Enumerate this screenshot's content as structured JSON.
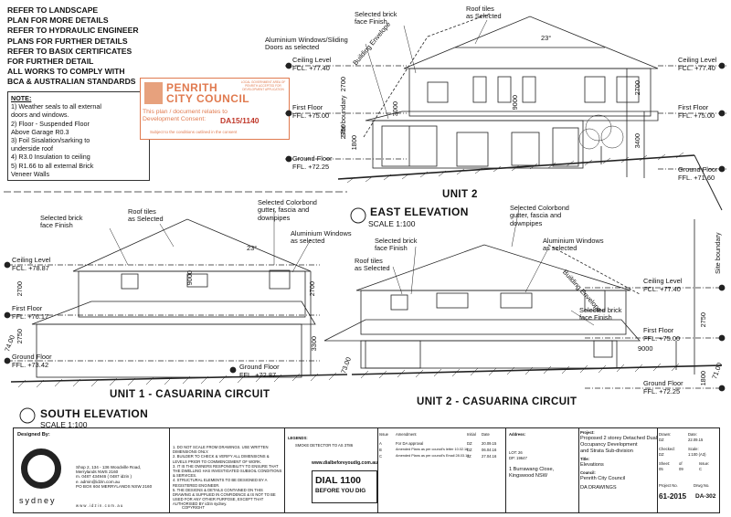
{
  "top_notes": [
    "REFER TO LANDSCAPE",
    "PLAN FOR MORE DETAILS",
    "REFER TO HYDRAULIC ENGINEER",
    "PLANS FOR FURTHER DETAILS",
    "REFER TO BASIX CERTIFICATES",
    "FOR FURTHER DETAIL",
    "ALL WORKS TO COMPLY WITH",
    "BCA & AUSTRALIAN STANDARDS"
  ],
  "note_box": {
    "heading": "NOTE:",
    "lines": [
      "1) Weather seals to all external",
      "doors and windows.",
      "2) Floor - Suspended Floor",
      "Above Garage R0.3",
      "3) Foil Sisalation/sarking to",
      "underside roof",
      "4) R3.0 Insulation to ceiling",
      "5) R1.66 to all external Brick",
      "Veneer Walls"
    ]
  },
  "stamp": {
    "line1": "PENRITH",
    "line2": "CITY COUNCIL",
    "text": "This plan / document relates to Development Consent:",
    "consent": "DA15/1140",
    "footer": "Subject to the conditions outlined in the consent",
    "mini": "LOCAL GOVERNMENT AREA OF PENRITH ACCEPTED FOR DEVELOPMENT APPLICATION"
  },
  "east": {
    "title": "EAST ELEVATION",
    "scale": "SCALE 1:100",
    "unit": "UNIT 2",
    "labels": {
      "brick": "Selected brick\nface Finish",
      "roof": "Roof tiles\nas Selected",
      "windows": "Aluminium Windows/Sliding\nDoors as selected",
      "envelope": "Building Envelope",
      "boundary": "Site boundary"
    },
    "levels_left": [
      {
        "name": "Ceiling Level",
        "fcl": "FCL. +77.40"
      },
      {
        "name": "First Floor",
        "fcl": "FFL. +75.00"
      },
      {
        "name": "Ground Floor",
        "fcl": "FFL. +72.25"
      }
    ],
    "levels_right": [
      {
        "name": "Ceiling Level",
        "fcl": "FCL. +77.40"
      },
      {
        "name": "First Floor",
        "fcl": "FFL. +75.00"
      },
      {
        "name": "Ground Floor",
        "fcl": "FFL. +71.60"
      }
    ],
    "dims": [
      "2700",
      "2750",
      "1800",
      "3000",
      "3400",
      "2700",
      "9000"
    ],
    "angle": "23°"
  },
  "south": {
    "title": "SOUTH ELEVATION",
    "scale": "SCALE 1:100",
    "unit1": "UNIT 1 - CASUARINA CIRCUIT",
    "unit2": "UNIT 2 - CASUARINA CIRCUIT",
    "labels": {
      "brick_left": "Selected brick\nface Finish",
      "roof_left": "Roof tiles\nas Selected",
      "gutter_left": "Selected Colorbond\ngutter, fascia and\ndownpipes",
      "windows_left": "Aluminium Windows\nas selected",
      "gutter_right": "Selected Colorbond\ngutter, fascia and\ndownpipes",
      "windows_right": "Aluminium Windows\nas selected",
      "brick_right": "Selected brick\nface Finish",
      "roof_right": "Roof tiles\nas Selected",
      "brick_right2": "Selected brick\nface Finish",
      "envelope": "Building Envelope",
      "boundary": "Site boundary"
    },
    "levels_left": [
      {
        "name": "Ceiling Level",
        "fcl": "FCL. +78.87"
      },
      {
        "name": "First Floor",
        "fcl": "FFL. +76.17"
      },
      {
        "name": "Ground Floor",
        "fcl": "FFL. +73.42"
      }
    ],
    "mid_ground": {
      "name": "Ground Floor",
      "fcl": "FFL. +72.87"
    },
    "levels_right": [
      {
        "name": "Ceiling Level",
        "fcl": "FCL. +77.40"
      },
      {
        "name": "First Floor",
        "fcl": "FFL. +75.00"
      },
      {
        "name": "Ground Floor",
        "fcl": "FFL. +72.25"
      }
    ],
    "rl_left": "74.00",
    "rl_right": "73.00",
    "rl_far": "71.00",
    "dims": [
      "2700",
      "2750",
      "9000",
      "3300",
      "2700",
      "2750",
      "9000",
      "1800"
    ],
    "angle": "23°"
  },
  "title_block": {
    "designed_by": "Designed By:",
    "brand": "sydney",
    "address": [
      "Shop 2, 134 - 136 Woodville Road,",
      "Merrylands NWS 2160",
      "m. 0487 434946 ( 0487 idzin )",
      "e. admin@idzin.com.au",
      "PO BOX 604 MERRYLANDS NSW 2160"
    ],
    "web": "w w w . i d z i n . c o m . a u",
    "notes": [
      "1. DO NOT SCALE FROM DRAWINGS. USE WRITTEN DIMENSIONS ONLY.",
      "2. BUILDER TO CHECK & VERIFY ALL DIMENSIONS & LEVELS PRIOR TO COMMENCEMENT OF WORK.",
      "3. IT IS THE OWNERS RESPONSIBILITY TO ENSURE THAT THE DWELLING HAS INVESTIGATED SUBSOIL CONDITIONS & SERVICES.",
      "4. STRUCTURAL ELEMENTS TO BE DESIGNED BY A REGISTERED ENGINEER.",
      "5. THE DESIGNS & DETAILS CONTAINED ON THIS DRAWING & SUPPLIED IN CONFIDENCE & IS NOT TO BE USED FOR ANY OTHER PURPOSE, EXCEPT THAT AUTHORISED BY idzin sydney."
    ],
    "copyright": "COPYRIGHT",
    "legends_title": "LEGENDS:",
    "legends_item": "SMOKE DETECTOR TO AS 3786",
    "dial_site": "www.dialbeforeyoudig.com.au",
    "dial_main": "DIAL 1100",
    "dial_sub": "BEFORE YOU DIG",
    "rev_headers": [
      "Issue",
      "Amendment",
      "Initial",
      "Date"
    ],
    "revs": [
      [
        "A",
        "For DA approval",
        "DZ",
        "20.09.15"
      ],
      [
        "B",
        "Amended Plans as per council's letter 10.02.16",
        "DZ",
        "06.04.16"
      ],
      [
        "C",
        "Amended Plans as per council's Email 28.03.16",
        "JZ",
        "27.04.16"
      ]
    ],
    "address_label": "Address:",
    "lot": [
      "LOT: 26",
      "DP: 19647"
    ],
    "street": "1 Burrawang Close,",
    "suburb": "Kingswood NSW",
    "council_label": "Council:",
    "council": "Penrith City Council",
    "project_label": "Project:",
    "project": [
      "Proposed 2 storey Detached Dual",
      "Occupancy Development",
      "and Strata Sub-division"
    ],
    "title_label": "Title:",
    "title": "Elevations",
    "stage": "DA DRAWINGS",
    "drawn_label": "Drawn:",
    "drawn": "DZ",
    "date_label": "Date:",
    "date": "22.09.15",
    "checked_label": "Checked:",
    "checked": "DZ",
    "scale_label": "Scale:",
    "scale": "1:100 (A3)",
    "sheet_label": "Sheet:",
    "sheet": "05",
    "of_label": "of",
    "of": "09",
    "issue_label": "Issue:",
    "issue": "C",
    "project_no_label": "Project No.",
    "project_no": "61-2015",
    "drawing_no_label": "Drwg No.",
    "drawing_no": "DA-302"
  }
}
